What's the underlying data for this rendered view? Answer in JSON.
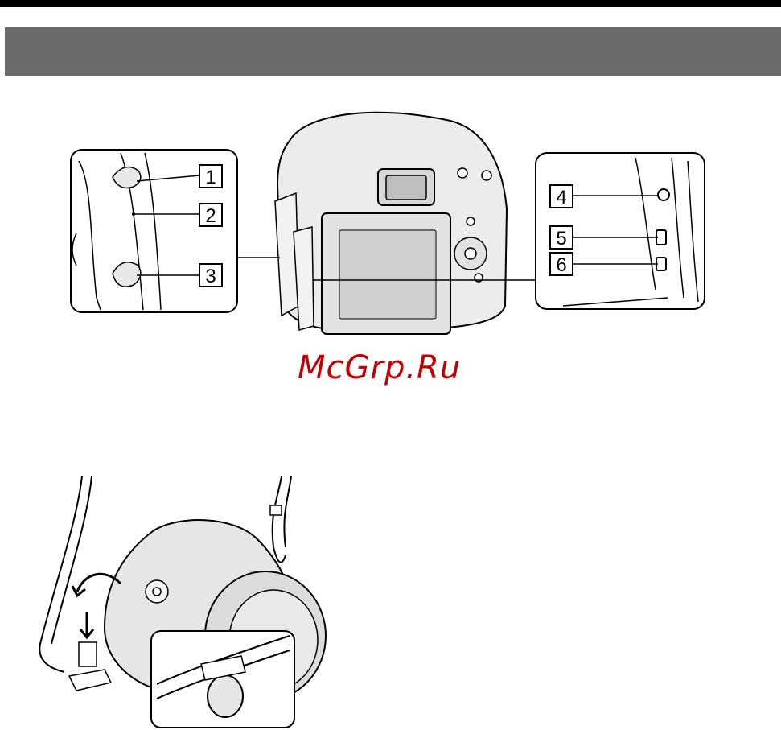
{
  "figure_top": {
    "callouts": [
      {
        "number": "1"
      },
      {
        "number": "2"
      },
      {
        "number": "3"
      },
      {
        "number": "4"
      },
      {
        "number": "5"
      },
      {
        "number": "6"
      }
    ]
  },
  "watermark": {
    "text": "McGrp.Ru"
  },
  "colors": {
    "header_band": "#6b6b6b",
    "watermark": "#c40000",
    "line_art": "#000000"
  }
}
